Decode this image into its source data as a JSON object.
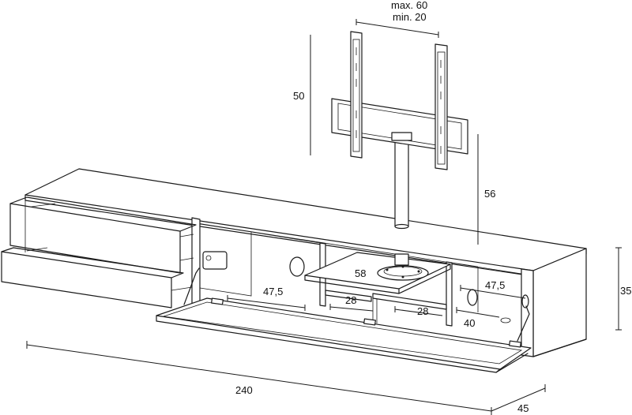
{
  "diagram": {
    "dimensions": {
      "mount_spacing_max": "max. 60",
      "mount_spacing_min": "min. 20",
      "mount_height": "50",
      "column_height": "56",
      "cabinet_height": "35",
      "total_width": "240",
      "depth": "45",
      "shelf_width": "58",
      "inner_left_width": "47,5",
      "inner_right_width": "47,5",
      "compartment_mid_a": "28",
      "compartment_mid_b": "28",
      "compartment_right": "40"
    }
  }
}
